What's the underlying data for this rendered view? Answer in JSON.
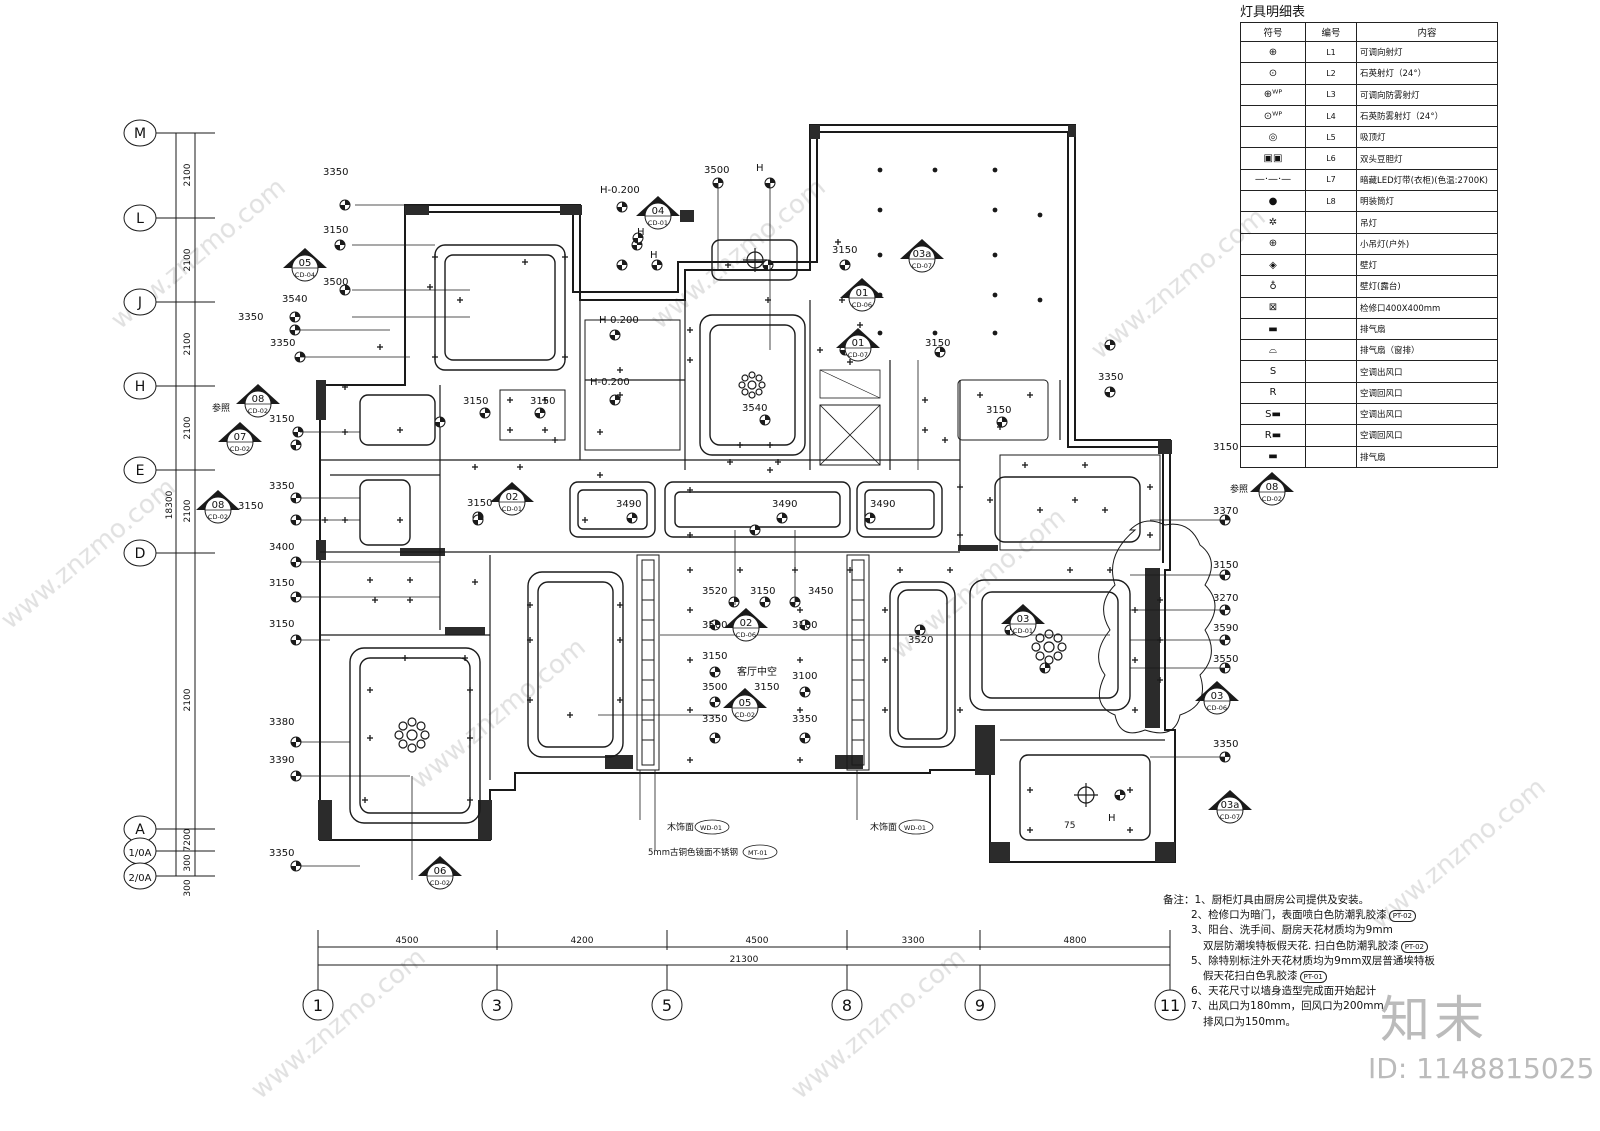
{
  "legend": {
    "title": "灯具明细表",
    "headers": [
      "符号",
      "编号",
      "内容"
    ],
    "rows": [
      {
        "symbol": "⊕",
        "code": "L1",
        "content": "可调向射灯"
      },
      {
        "symbol": "⊙",
        "code": "L2",
        "content": "石英射灯（24°）"
      },
      {
        "symbol": "⊕ᵂᴾ",
        "code": "L3",
        "content": "可调向防雾射灯"
      },
      {
        "symbol": "⊙ᵂᴾ",
        "code": "L4",
        "content": "石英防雾射灯（24°）"
      },
      {
        "symbol": "◎",
        "code": "L5",
        "content": "吸顶灯"
      },
      {
        "symbol": "▣▣",
        "code": "L6",
        "content": "双头豆胆灯"
      },
      {
        "symbol": "—·—·—",
        "code": "L7",
        "content": "暗藏LED灯带(衣柜)(色温:2700K)"
      },
      {
        "symbol": "●",
        "code": "L8",
        "content": "明装筒灯"
      },
      {
        "symbol": "✲",
        "code": "",
        "content": "吊灯"
      },
      {
        "symbol": "⊕",
        "code": "",
        "content": "小吊灯(户外)"
      },
      {
        "symbol": "◈",
        "code": "",
        "content": "壁灯"
      },
      {
        "symbol": "♁",
        "code": "",
        "content": "壁灯(露台)"
      },
      {
        "symbol": "⊠",
        "code": "",
        "content": "检修口400X400mm"
      },
      {
        "symbol": "▬",
        "code": "",
        "content": "排气扇"
      },
      {
        "symbol": "⌓",
        "code": "",
        "content": "排气扇（窗排）"
      },
      {
        "symbol": "S",
        "code": "",
        "content": "空调出风口"
      },
      {
        "symbol": "R",
        "code": "",
        "content": "空调回风口"
      },
      {
        "symbol": "S▬",
        "code": "",
        "content": "空调出风口"
      },
      {
        "symbol": "R▬",
        "code": "",
        "content": "空调回风口"
      },
      {
        "symbol": "▬",
        "code": "",
        "content": "排气扇"
      }
    ]
  },
  "grid_rows": {
    "labels": [
      "M",
      "L",
      "J",
      "H",
      "E",
      "D",
      "A",
      "1/0A",
      "2/0A"
    ],
    "spacings": [
      "2100",
      "2100",
      "2100",
      "2100",
      "2100",
      "2100",
      "7200",
      "300",
      "300"
    ],
    "total": "18300"
  },
  "grid_cols": {
    "labels": [
      "1",
      "3",
      "5",
      "8",
      "9",
      "11"
    ],
    "spacings": [
      "4500",
      "4200",
      "4500",
      "3300",
      "4800"
    ],
    "total": "21300"
  },
  "height_labels": {
    "left_col": [
      "3350",
      "3150",
      "3500",
      "3540",
      "3350",
      "3350",
      "3150",
      "3350",
      "3150",
      "3400",
      "3150",
      "3150",
      "3380",
      "3390",
      "3350"
    ],
    "right_col": [
      "3150",
      "3370",
      "3150",
      "3270",
      "3590",
      "3550",
      "3350"
    ],
    "inner": [
      "3500",
      "3150",
      "3540",
      "3150",
      "3150",
      "3150",
      "3490",
      "3490",
      "3490",
      "3150",
      "3350",
      "3520",
      "3150",
      "3450",
      "3500",
      "3100",
      "3150",
      "3100",
      "3500",
      "3150",
      "3350",
      "3350",
      "3520",
      "3150"
    ],
    "levels": [
      "H-0.200",
      "H-0.200",
      "H-0.200",
      "H",
      "H",
      "H",
      "H"
    ]
  },
  "callouts": [
    {
      "num": "05",
      "ref": "CD-04"
    },
    {
      "num": "04",
      "ref": "CD-01"
    },
    {
      "num": "03a",
      "ref": "CD-07"
    },
    {
      "num": "01",
      "ref": "CD-06"
    },
    {
      "num": "01",
      "ref": "CD-07"
    },
    {
      "num": "08",
      "ref": "CD-02"
    },
    {
      "num": "07",
      "ref": "CD-02"
    },
    {
      "num": "08",
      "ref": "CD-02"
    },
    {
      "num": "02",
      "ref": "CD-01"
    },
    {
      "num": "08",
      "ref": "CD-02"
    },
    {
      "num": "02",
      "ref": "CD-06"
    },
    {
      "num": "05",
      "ref": "CD-02"
    },
    {
      "num": "03",
      "ref": "CD-01"
    },
    {
      "num": "03",
      "ref": "CD-06"
    },
    {
      "num": "03a",
      "ref": "CD-07"
    },
    {
      "num": "06",
      "ref": "CD-02"
    }
  ],
  "ref_word": "参照",
  "room_label": "客厅中空",
  "material_labels": [
    {
      "text": "木饰面",
      "tag": "WD-01"
    },
    {
      "text": "木饰面",
      "tag": "WD-01"
    },
    {
      "text": "5mm古铜色镜面不锈钢",
      "tag": "MT-01"
    }
  ],
  "misc_numbers": [
    "75"
  ],
  "notes": {
    "heading": "备注：",
    "lines": [
      {
        "text": "1、厨柜灯具由厨房公司提供及安装。",
        "tag": ""
      },
      {
        "text": "2、检修口为暗门，表面喷白色防潮乳胶漆",
        "tag": "PT-02"
      },
      {
        "text": "3、阳台、洗手间、厨房天花材质均为9mm",
        "tag": ""
      },
      {
        "text": "双层防潮埃特板假天花. 扫白色防潮乳胶漆",
        "tag": "PT-02"
      },
      {
        "text": "5、除特别标注外天花材质均为9mm双层普通埃特板",
        "tag": ""
      },
      {
        "text": "假天花扫白色乳胶漆",
        "tag": "PT-01"
      },
      {
        "text": "6、天花尺寸以墙身造型完成面开始起计",
        "tag": ""
      },
      {
        "text": "7、出风口为180mm，回风口为200mm，",
        "tag": ""
      },
      {
        "text": "排风口为150mm。",
        "tag": ""
      }
    ]
  },
  "watermark": {
    "brand": "知末",
    "site": "www.znzmo.com",
    "id": "ID: 1148815025"
  },
  "colors": {
    "line": "#1a1a1a",
    "wall": "#2b2b2b",
    "watermark": "#c4c4c4"
  }
}
